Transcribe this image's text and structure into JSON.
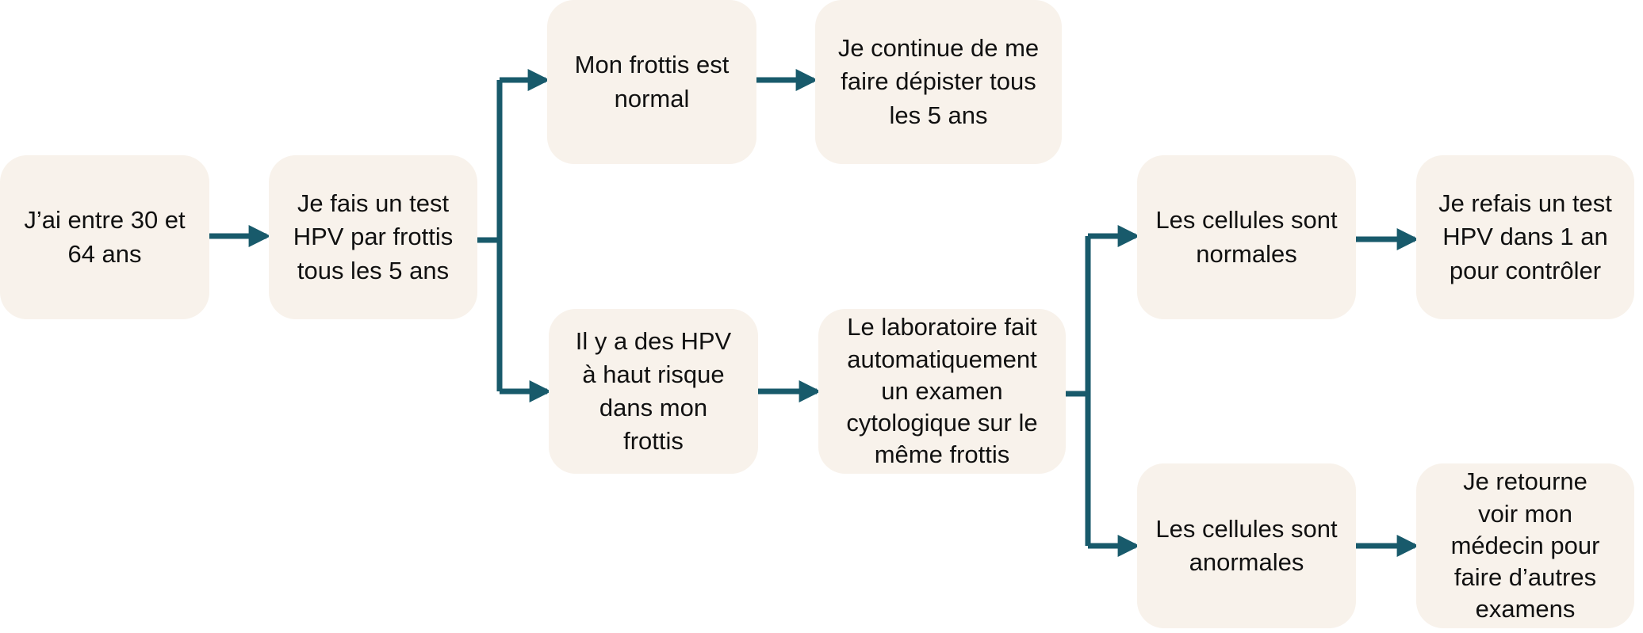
{
  "diagram": {
    "colors": {
      "node_fill": "#f8f2eb",
      "connector": "#185a6b",
      "text": "#111111"
    },
    "nodes": {
      "age": {
        "text": "J’ai entre 30 et 64 ans"
      },
      "test": {
        "text": "Je fais un test HPV par frottis tous les 5 ans"
      },
      "normal_smear": {
        "text": "Mon frottis est normal"
      },
      "continue_screening": {
        "text": "Je continue de me faire dépister tous les 5 ans"
      },
      "high_risk_hpv": {
        "text": "Il y a des HPV à haut risque dans mon frottis"
      },
      "lab_exam": {
        "text": "Le laboratoire fait automatiquement un examen cytologique sur le même frottis"
      },
      "cells_normal": {
        "text": "Les cellules sont normales"
      },
      "retest": {
        "text": "Je refais un test HPV dans 1 an pour contrôler"
      },
      "cells_abnormal": {
        "text": "Les cellules sont anormales"
      },
      "see_doctor": {
        "text": "Je retourne voir mon médecin pour faire d’autres examens"
      }
    }
  }
}
